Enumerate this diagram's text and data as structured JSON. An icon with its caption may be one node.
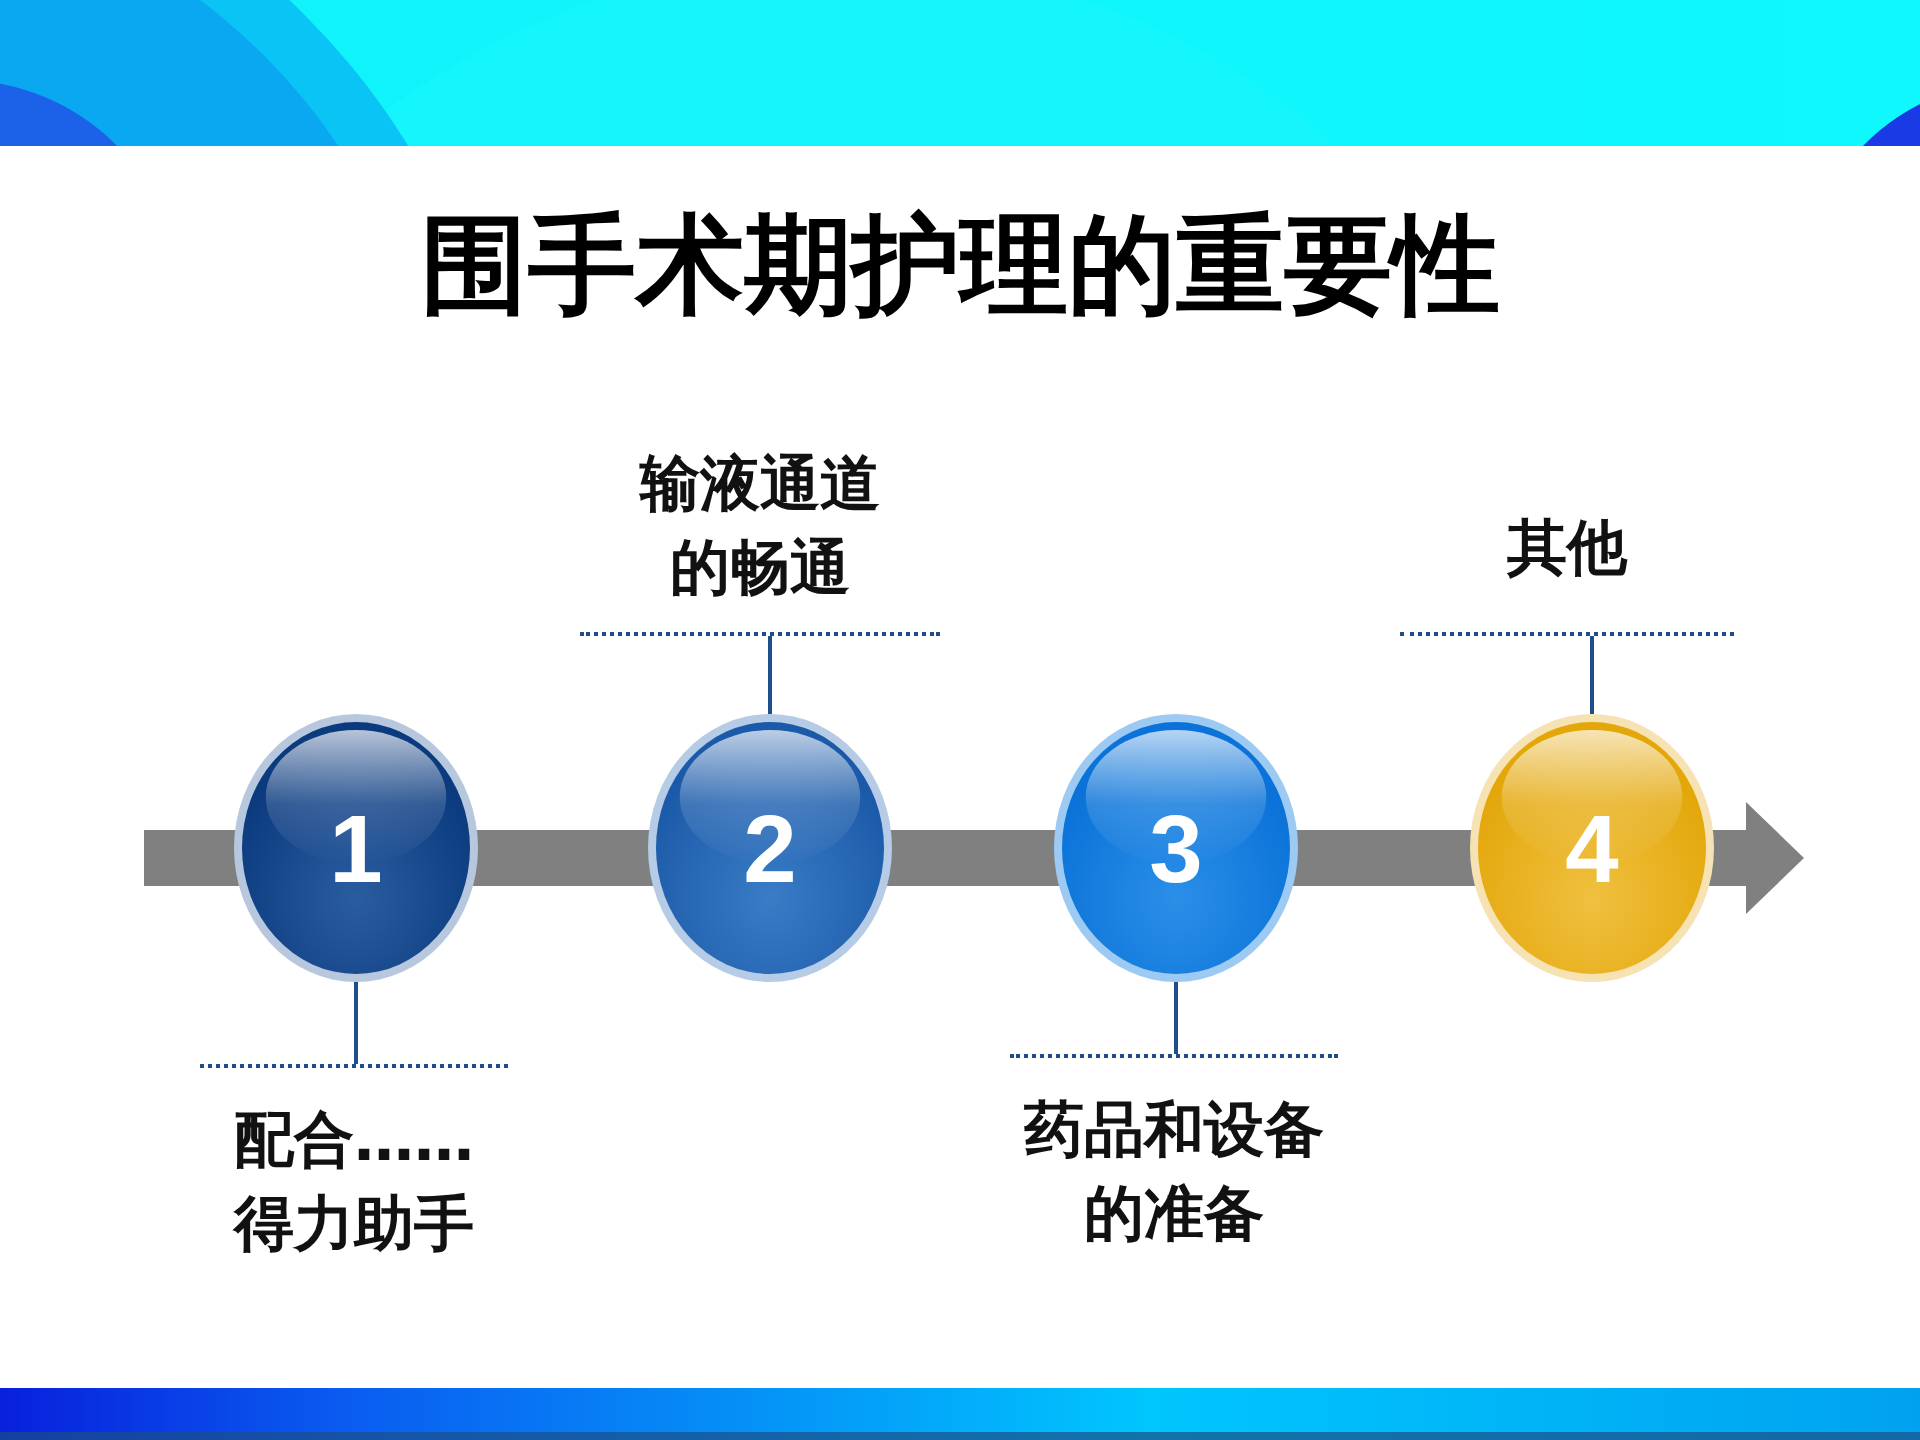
{
  "diagram": {
    "title": "围手术期护理的重要性",
    "nodes": [
      {
        "text": [
          "1"
        ]
      },
      {
        "text": [
          "2"
        ]
      },
      {
        "text": [
          "3"
        ]
      },
      {
        "text": [
          "4"
        ]
      },
      {
        "text": [
          "配合……得力助手"
        ]
      },
      {
        "text": [
          "输液通道的畅通"
        ]
      },
      {
        "text": [
          "药品和设备的准备"
        ]
      },
      {
        "text": [
          "其他"
        ]
      }
    ],
    "edges": [
      {
        "from": 4,
        "to": 0,
        "arrow": "none",
        "color": "#1f4e8c"
      },
      {
        "from": 5,
        "to": 1,
        "arrow": "none",
        "color": "#1f4e8c"
      },
      {
        "from": 6,
        "to": 2,
        "arrow": "none",
        "color": "#1f4e8c"
      },
      {
        "from": 7,
        "to": 3,
        "arrow": "none",
        "color": "#1f4e8c"
      }
    ]
  }
}
